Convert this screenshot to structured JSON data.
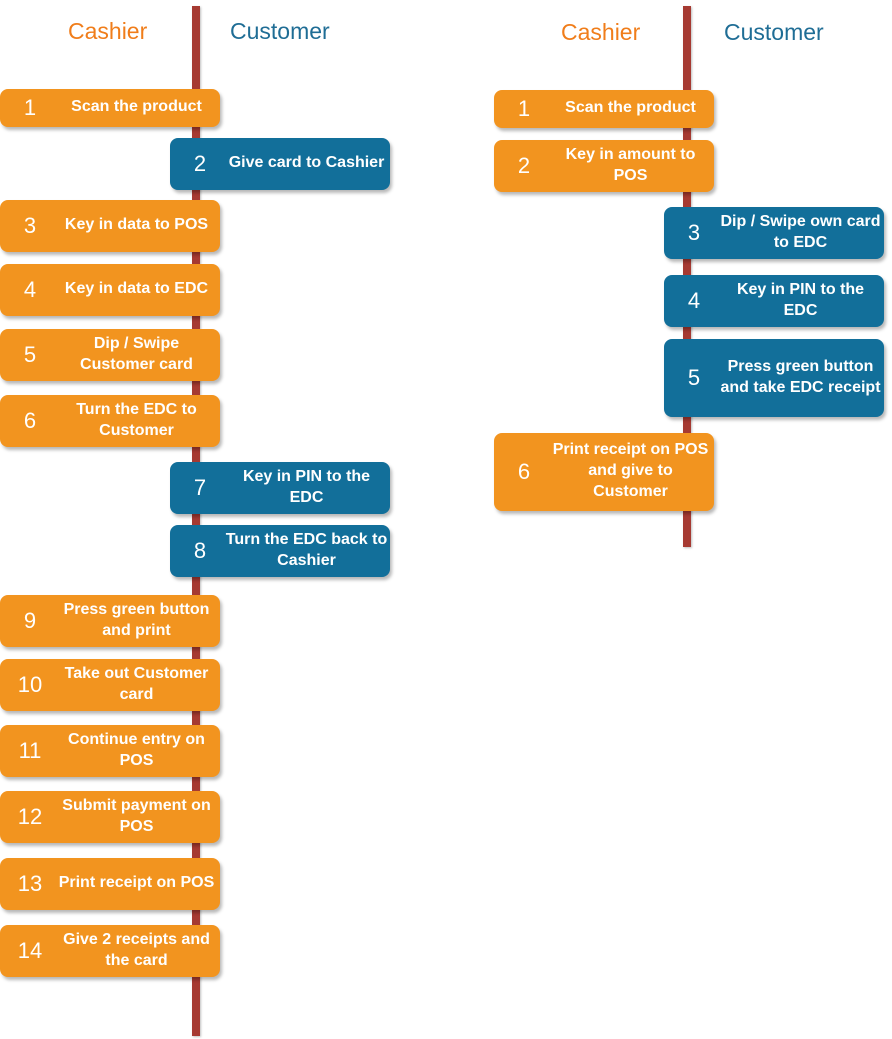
{
  "colors": {
    "cashier": "#f2941f",
    "customer": "#126f9a",
    "timeline": "#a63a32",
    "cashier_text": "#f07d1a",
    "customer_text": "#1f6d95"
  },
  "left": {
    "cashier_label": "Cashier",
    "customer_label": "Customer",
    "steps": [
      {
        "num": "1",
        "text": "Scan the product",
        "actor": "Cashier"
      },
      {
        "num": "2",
        "text": "Give card to Cashier",
        "actor": "Customer"
      },
      {
        "num": "3",
        "text": "Key in data to POS",
        "actor": "Cashier"
      },
      {
        "num": "4",
        "text": "Key in data to EDC",
        "actor": "Cashier"
      },
      {
        "num": "5",
        "text": "Dip / Swipe Customer card",
        "actor": "Cashier"
      },
      {
        "num": "6",
        "text": "Turn the EDC to Customer",
        "actor": "Cashier"
      },
      {
        "num": "7",
        "text": "Key in PIN to the EDC",
        "actor": "Customer"
      },
      {
        "num": "8",
        "text": "Turn the EDC back to Cashier",
        "actor": "Customer"
      },
      {
        "num": "9",
        "text": "Press green button and print",
        "actor": "Cashier"
      },
      {
        "num": "10",
        "text": "Take out Customer card",
        "actor": "Cashier"
      },
      {
        "num": "11",
        "text": "Continue entry on POS",
        "actor": "Cashier"
      },
      {
        "num": "12",
        "text": "Submit payment on POS",
        "actor": "Cashier"
      },
      {
        "num": "13",
        "text": "Print receipt on POS",
        "actor": "Cashier"
      },
      {
        "num": "14",
        "text": "Give 2 receipts and the card",
        "actor": "Cashier"
      }
    ]
  },
  "right": {
    "cashier_label": "Cashier",
    "customer_label": "Customer",
    "steps": [
      {
        "num": "1",
        "text": "Scan the product",
        "actor": "Cashier"
      },
      {
        "num": "2",
        "text": "Key in amount to POS",
        "actor": "Cashier"
      },
      {
        "num": "3",
        "text": "Dip / Swipe own card to EDC",
        "actor": "Customer"
      },
      {
        "num": "4",
        "text": "Key in PIN to the EDC",
        "actor": "Customer"
      },
      {
        "num": "5",
        "text": "Press green button and take EDC receipt",
        "actor": "Customer"
      },
      {
        "num": "6",
        "text": "Print receipt on POS and give to Customer",
        "actor": "Cashier"
      }
    ]
  }
}
